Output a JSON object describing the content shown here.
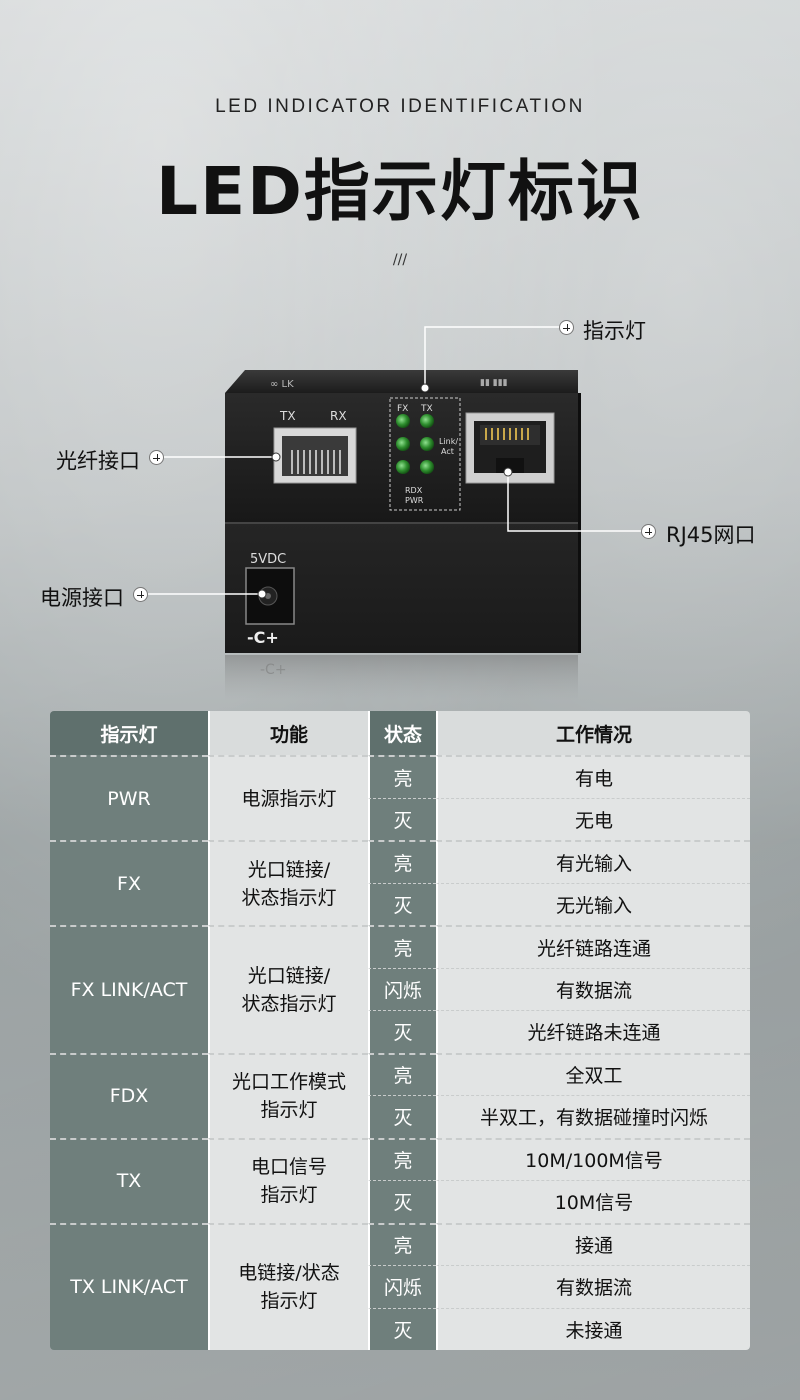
{
  "header": {
    "subtitle": "LED INDICATOR IDENTIFICATION",
    "title": "LED指示灯标识",
    "separator": "///"
  },
  "device": {
    "port_labels": {
      "tx": "TX",
      "rx": "RX",
      "power": "5VDC"
    },
    "led_labels": {
      "fx": "FX",
      "tx": "TX",
      "link_act": "Link/",
      "act": "Act",
      "rdx": "RDX",
      "pwr": "PWR"
    },
    "polarity": "-C+",
    "led_color": "#3aa53a"
  },
  "callouts": {
    "indicator": "指示灯",
    "fiber_port": "光纤接口",
    "rj45_port": "RJ45网口",
    "power_port": "电源接口"
  },
  "table": {
    "headers": [
      "指示灯",
      "功能",
      "状态",
      "工作情况"
    ],
    "groups": [
      {
        "name": "PWR",
        "function": [
          "电源指示灯"
        ],
        "rows": [
          [
            "亮",
            "有电"
          ],
          [
            "灭",
            "无电"
          ]
        ]
      },
      {
        "name": "FX",
        "function": [
          "光口链接/",
          "状态指示灯"
        ],
        "rows": [
          [
            "亮",
            "有光输入"
          ],
          [
            "灭",
            "无光输入"
          ]
        ]
      },
      {
        "name": "FX LINK/ACT",
        "function": [
          "光口链接/",
          "状态指示灯"
        ],
        "rows": [
          [
            "亮",
            "光纤链路连通"
          ],
          [
            "闪烁",
            "有数据流"
          ],
          [
            "灭",
            "光纤链路未连通"
          ]
        ]
      },
      {
        "name": "FDX",
        "function": [
          "光口工作模式",
          "指示灯"
        ],
        "rows": [
          [
            "亮",
            "全双工"
          ],
          [
            "灭",
            "半双工，有数据碰撞时闪烁"
          ]
        ]
      },
      {
        "name": "TX",
        "function": [
          "电口信号",
          "指示灯"
        ],
        "rows": [
          [
            "亮",
            "10M/100M信号"
          ],
          [
            "灭",
            "10M信号"
          ]
        ]
      },
      {
        "name": "TX LINK/ACT",
        "function": [
          "电链接/状态",
          "指示灯"
        ],
        "rows": [
          [
            "亮",
            "接通"
          ],
          [
            "闪烁",
            "有数据流"
          ],
          [
            "灭",
            "未接通"
          ]
        ]
      }
    ]
  }
}
